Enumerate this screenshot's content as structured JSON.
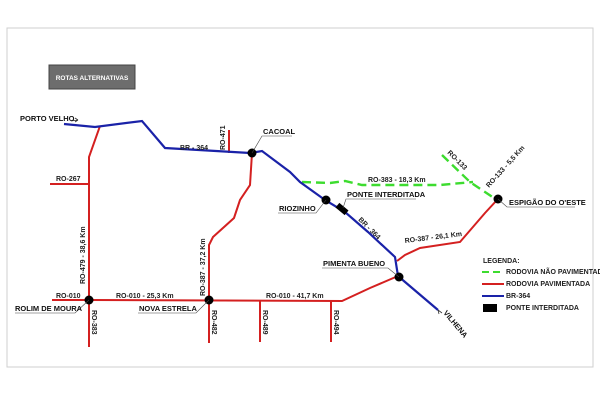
{
  "title": "ROTAS ALTERNATIVAS",
  "colors": {
    "unpaved": "#3ddc2f",
    "paved": "#d42020",
    "br364": "#1a22a8",
    "bridge": "#000000"
  },
  "cities": {
    "porto_velho": "PORTO VELHO",
    "cacoal": "CACOAL",
    "riozinho": "RIOZINHO",
    "espigao": "ESPIGÃO DO O'ESTE",
    "pimenta_bueno": "PIMENTA BUENO",
    "rolim_de_moura": "ROLIM DE MOURA",
    "nova_estrela": "NOVA ESTRELA",
    "vilhena": "VILHENA"
  },
  "roads": {
    "br364_a": "BR - 364",
    "br364_b": "BR - 364",
    "ro471": "RO-471",
    "ro267": "RO-267",
    "ro479": "RO-479 - 38,6 Km",
    "ro010_left": "RO-010",
    "ro010_a": "RO-010 - 25,3 Km",
    "ro010_b": "RO-010 - 41,7 Km",
    "ro383_south": "RO-383",
    "ro387_north": "RO-387 - 37,2 Km",
    "ro482": "RO-482",
    "ro489": "RO-489",
    "ro494": "RO-494",
    "ro383": "RO-383 - 18,3 Km",
    "ro133_stub": "RO-133",
    "ro133": "RO-133 - 5,5 Km",
    "ro387_east": "RO-387 - 26,1 Km",
    "ponte": "PONTE INTERDITADA"
  },
  "legend": {
    "title": "LEGENDA:",
    "items": [
      {
        "label": "RODOVIA NÃO PAVIMENTADA"
      },
      {
        "label": "RODOVIA PAVIMENTADA"
      },
      {
        "label": "BR-364"
      },
      {
        "label": "PONTE INTERDITADA"
      }
    ]
  }
}
